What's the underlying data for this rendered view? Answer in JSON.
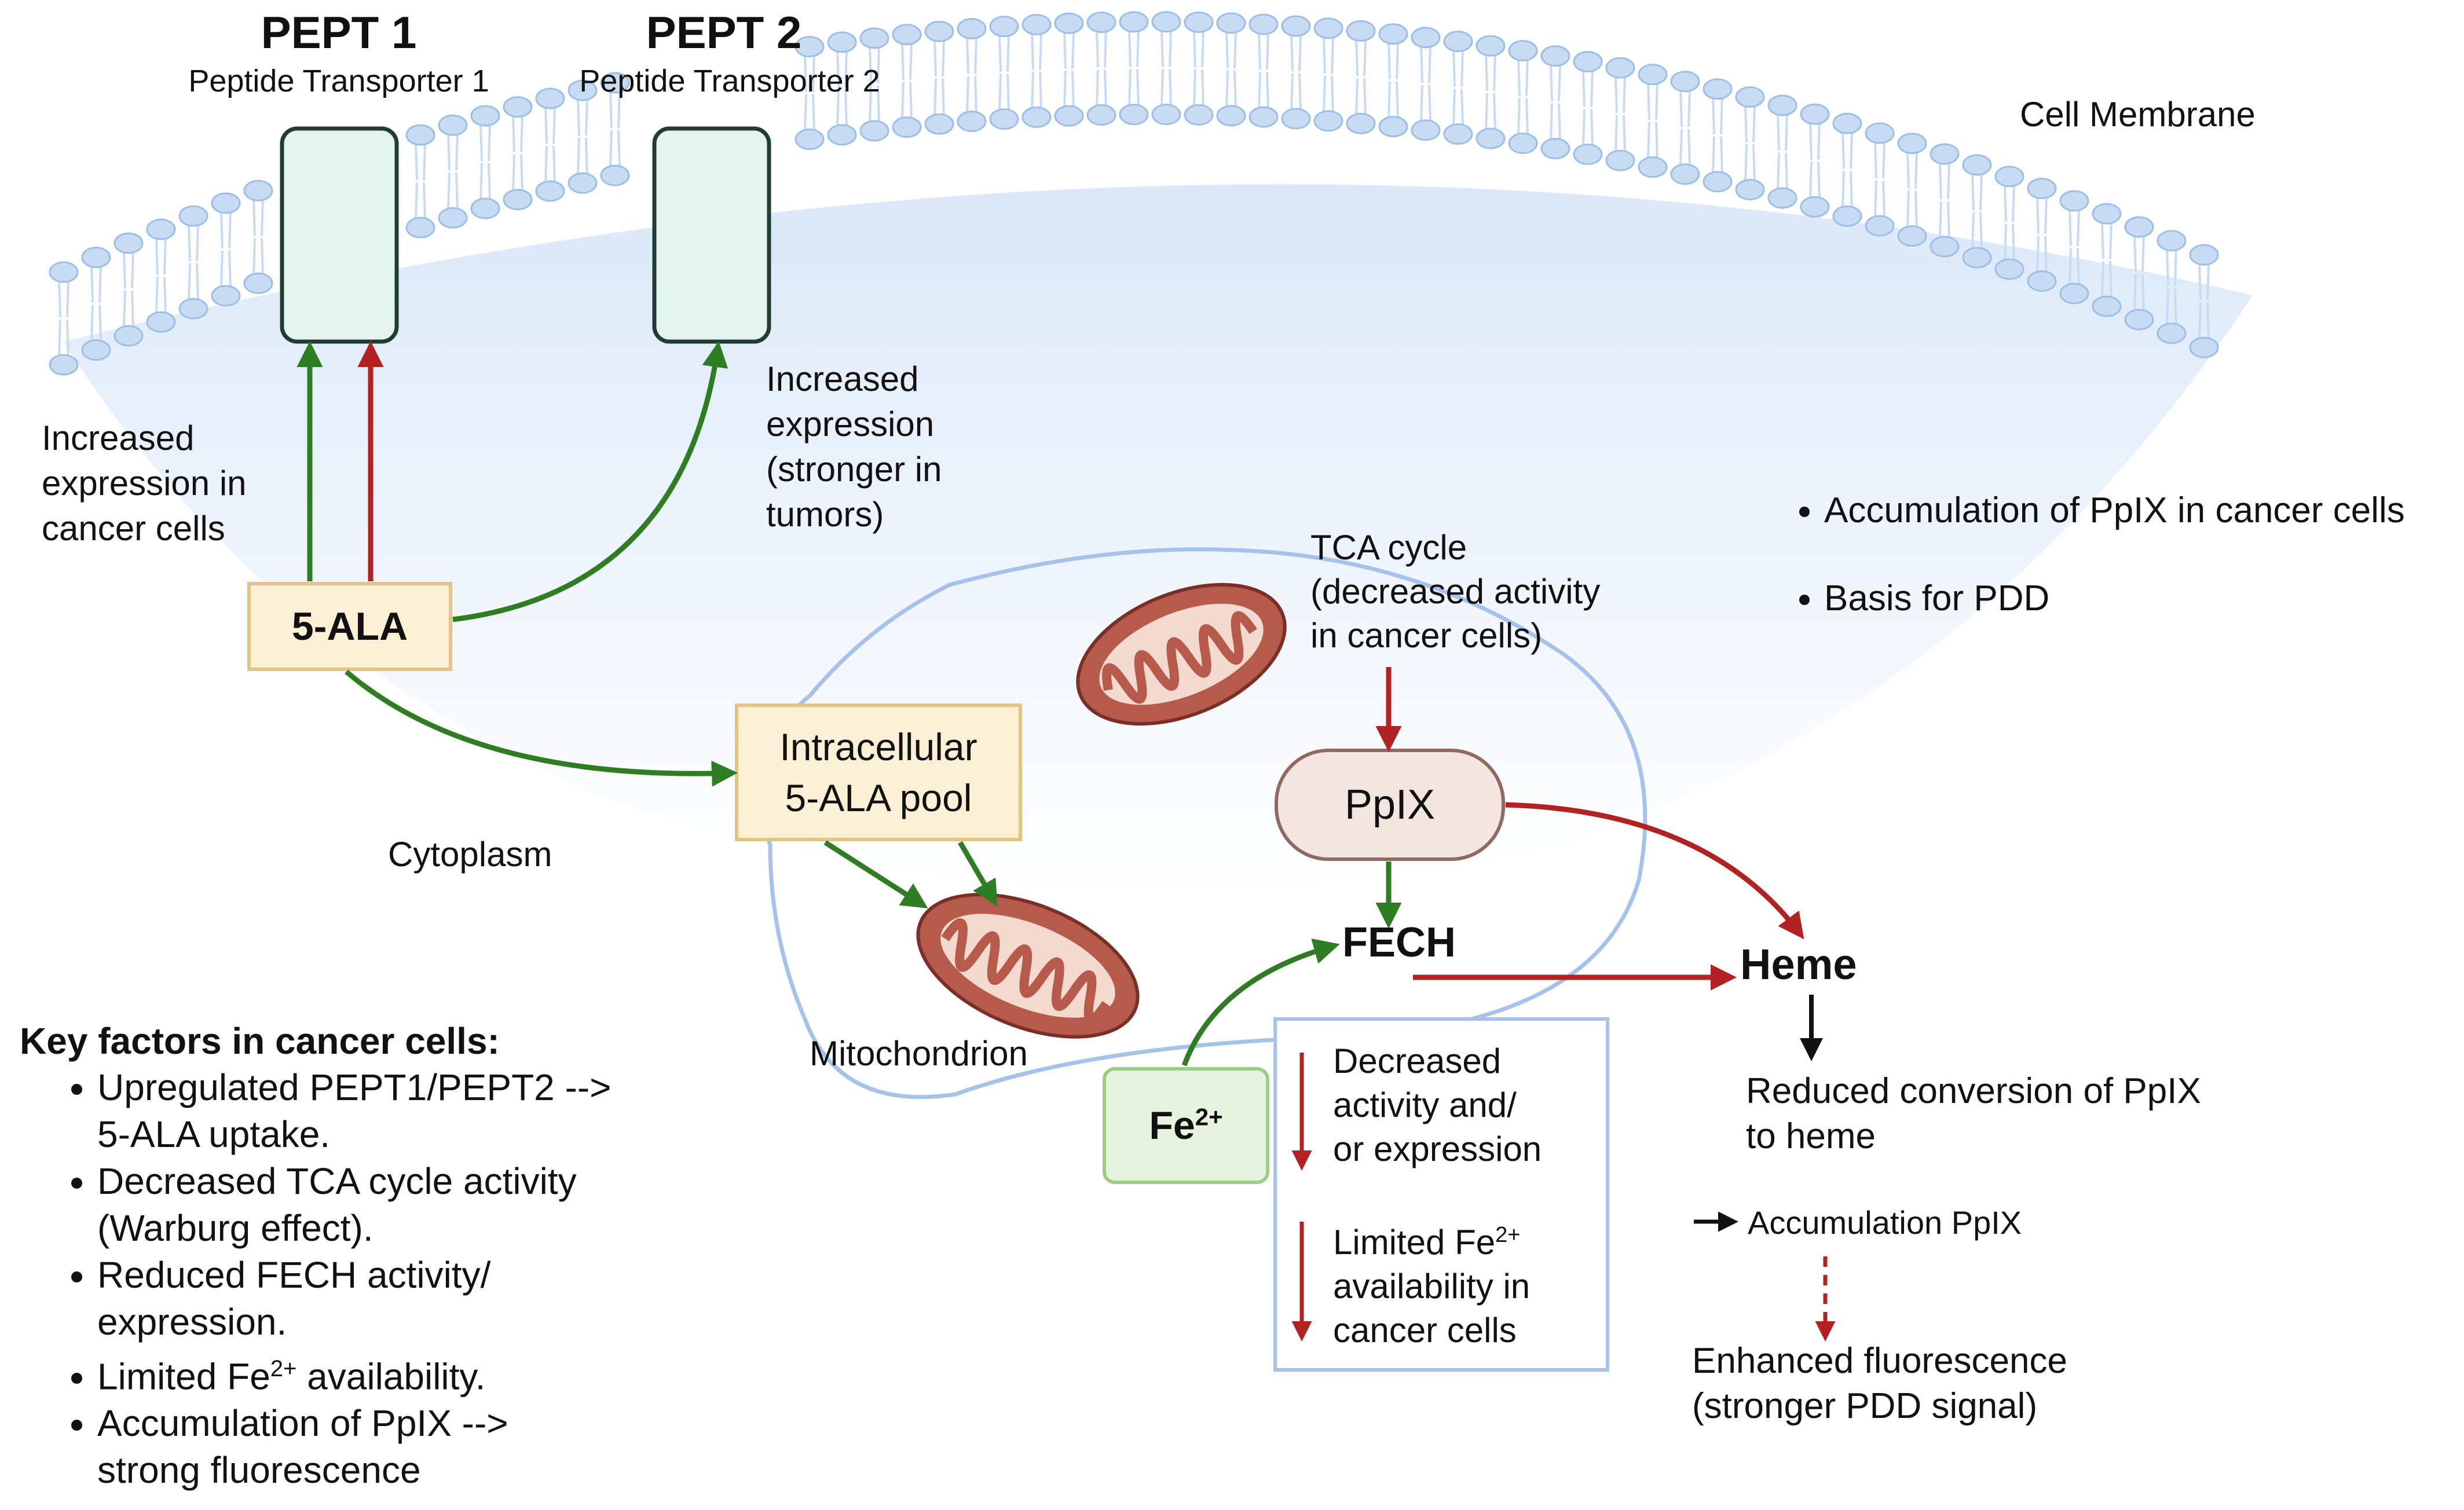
{
  "transporters": [
    {
      "name": "PEPT 1",
      "subtitle": "Peptide Transporter 1"
    },
    {
      "name": "PEPT 2",
      "subtitle": "Peptide Transporter 2"
    }
  ],
  "membrane_label": "Cell Membrane",
  "notes": {
    "pept1_expression": [
      "Increased",
      "expression in",
      "cancer cells"
    ],
    "pept2_expression": [
      "Increased",
      "expression",
      "(stronger in",
      "tumors)"
    ],
    "tca_cycle": [
      "TCA cycle",
      "(decreased activity",
      "in cancer cells)"
    ]
  },
  "bullets_right": [
    "Accumulation of PpIX in cancer cells",
    "Basis for PDD"
  ],
  "nodes": {
    "ala": "5-ALA",
    "pool": [
      "Intracellular",
      "5-ALA pool"
    ],
    "ppix": "PpIX",
    "fech": "FECH",
    "heme": "Heme",
    "fe": {
      "base": "Fe",
      "sup": "2+"
    }
  },
  "regions": {
    "cytoplasm": "Cytoplasm",
    "mitochondrion": "Mitochondrion"
  },
  "fech_box": {
    "item1": [
      "Decreased",
      "activity and/",
      "or expression"
    ],
    "item2": {
      "line1_base": "Limited Fe",
      "line1_sup": "2+",
      "line2": "availability in",
      "line3": "cancer cells"
    }
  },
  "outcome": {
    "reduced": [
      "Reduced conversion of PpIX",
      "to heme"
    ],
    "accumulation": "Accumulation PpIX",
    "enhanced": [
      "Enhanced fluorescence",
      "(stronger PDD signal)"
    ]
  },
  "key_factors": {
    "title": "Key factors in cancer cells:",
    "items": [
      {
        "line1": "Upregulated PEPT1/PEPT2 -->",
        "line2": "5-ALA uptake."
      },
      {
        "line1": "Decreased TCA cycle activity",
        "line2": "(Warburg effect)."
      },
      {
        "line1": "Reduced FECH activity/",
        "line2": "expression."
      },
      {
        "line1_base": "Limited Fe",
        "line1_sup": "2+",
        "line1_rest": " availability."
      },
      {
        "line1": "Accumulation of PpIX -->",
        "line2": "strong fluorescence"
      }
    ]
  },
  "colors": {
    "green_arrow": "#2e7d22",
    "red_arrow": "#b22222",
    "membrane_head": "#c7dcf3",
    "transporter_fill": "#e4f3ee",
    "transporter_stroke": "#1f3d33",
    "ala_box_fill": "#fbf0d6",
    "ala_box_stroke": "#e2c585",
    "ppix_fill": "#f3e6e1",
    "fe_fill": "#e6f3de",
    "fe_stroke": "#9ccd84",
    "mito_outline": "#a7c2ea",
    "info_box_stroke": "#a7c2ea",
    "mito_body": "#b65a4c"
  }
}
